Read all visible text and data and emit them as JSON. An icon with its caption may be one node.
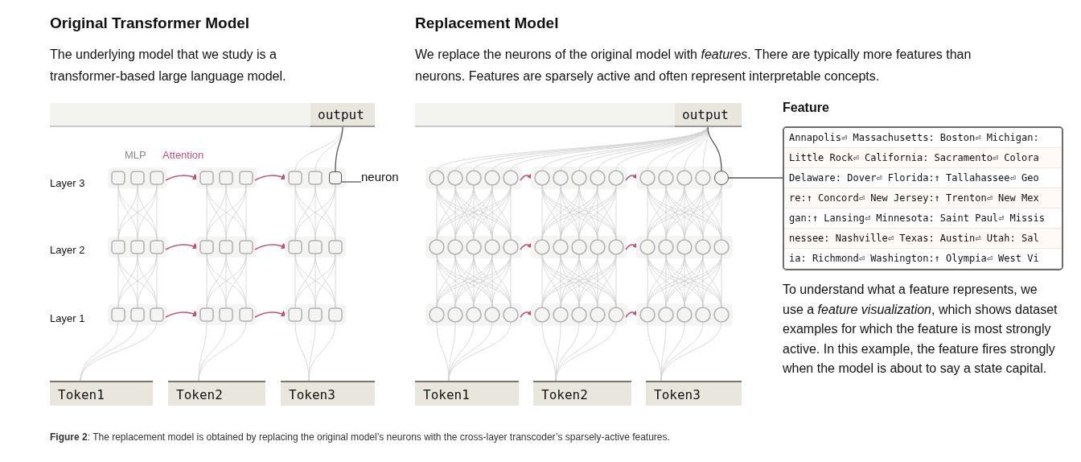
{
  "diagram": {
    "caption": "**Figure 2**: The replacement model is obtained by replacing the original model’s neurons with the cross-layer transcoder’s sparsely-active features.",
    "nodes": [
      {
        "text": [
          "output"
        ]
      },
      {
        "text": [
          "Token1"
        ]
      },
      {
        "text": [
          "Token2"
        ]
      },
      {
        "text": [
          "Token3"
        ]
      },
      {
        "text": [
          "neuron"
        ]
      },
      {
        "text": [],
        "shape": "box"
      },
      {
        "text": [
          "output"
        ]
      },
      {
        "text": [
          "Token1"
        ]
      },
      {
        "text": [
          "Token2"
        ]
      },
      {
        "text": [
          "Token3"
        ]
      },
      {
        "text": [],
        "shape": "circle"
      },
      {
        "text": [
          "Feature",
          "Annapolis⏎ Massachusetts: Boston⏎ Michigan:",
          "Little Rock⏎ California: Sacramento⏎ Colora",
          "Delaware: Dover⏎ Florida:↑ Tallahassee⏎ Geo",
          "re:↑ Concord⏎ New Jersey:↑ Trenton⏎ New Mex",
          "gan:↑ Lansing⏎ Minnesota: Saint Paul⏎ Missis",
          "nessee: Nashville⏎ Texas: Austin⏎ Utah: Sal",
          "ia: Richmond⏎ Washington:↑ Olympia⏎ West Vi"
        ]
      }
    ],
    "edges": [
      {
        "from": 4,
        "to": 5,
        "arrow": "none"
      },
      {
        "from": 5,
        "to": 0,
        "arrow": "none"
      },
      {
        "from": 10,
        "to": 11,
        "arrow": "none"
      },
      {
        "from": 10,
        "to": 6,
        "arrow": "none"
      }
    ],
    "labels": [
      "Original Transformer Model",
      "The underlying model that we study is a transformer-based large language model.",
      "Replacement Model",
      "We replace the neurons of the original model with *features*. There are typically more features than neurons. Features are sparsely active and often represent interpretable concepts.",
      "MLP",
      "Attention",
      "Layer 3",
      "Layer 2",
      "Layer 1",
      "To understand what a feature represents, we use a *feature visualization*, which shows dataset examples for which the feature is most strongly active. In this example, the feature fires strongly when the model is about to say a state capital."
    ]
  }
}
